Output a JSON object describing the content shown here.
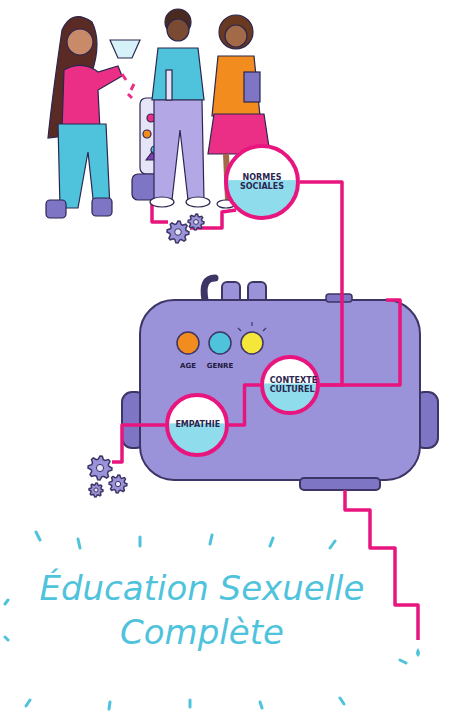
{
  "diagram": {
    "title": "Éducation Sexuelle Complète",
    "nodes": [
      {
        "text": [
          "NORMES SOCIALES"
        ]
      },
      {
        "text": [
          "AGE",
          "GENRE"
        ]
      },
      {
        "text": [
          "CONTEXTE CULTUREL"
        ],
        "in": 1
      },
      {
        "text": [
          "EMPATHIE"
        ],
        "in": 1
      }
    ],
    "edges": [
      {
        "from": 0,
        "to": 2,
        "arrow": "none"
      },
      {
        "from": 2,
        "to": 3,
        "arrow": "none"
      }
    ]
  }
}
